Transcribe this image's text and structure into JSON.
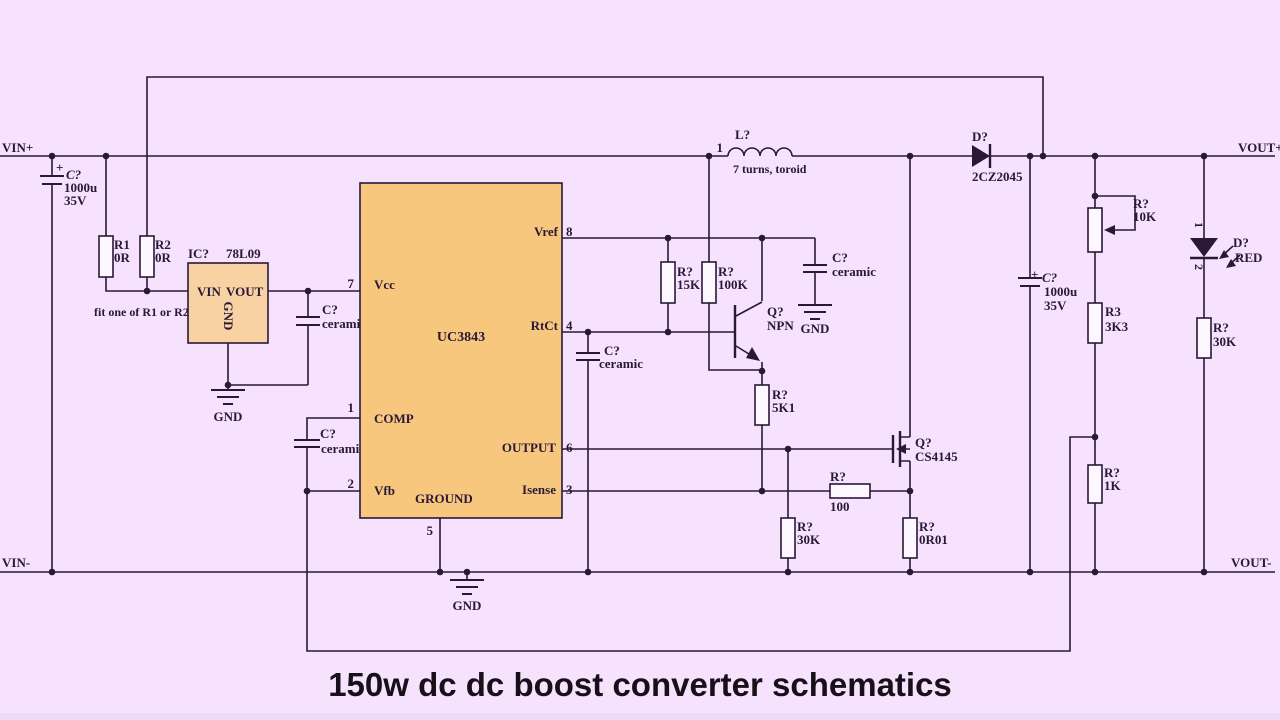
{
  "title": "150w dc dc boost converter schematics",
  "ports": {
    "vin_plus": "VIN+",
    "vin_minus": "VIN-",
    "vout_plus": "VOUT+",
    "vout_minus": "VOUT-"
  },
  "note_fit": "fit one of R1 or R2",
  "gnd": "GND",
  "reg": {
    "ref": "IC?",
    "part": "78L09",
    "vin": "VIN",
    "vout": "VOUT",
    "gnd": "GND"
  },
  "uc": {
    "part": "UC3843",
    "vcc": "Vcc",
    "n7": "7",
    "comp": "COMP",
    "n1": "1",
    "vfb": "Vfb",
    "n2": "2",
    "ground": "GROUND",
    "n5": "5",
    "vref": "Vref",
    "n8": "8",
    "rtct": "RtCt",
    "n4": "4",
    "output": "OUTPUT",
    "n6": "6",
    "isense": "Isense",
    "n3": "3"
  },
  "cin": {
    "plus": "+",
    "ref": "C?",
    "val": "1000u",
    "volt": "35V"
  },
  "cout": {
    "plus": "+",
    "ref": "C?",
    "val": "1000u",
    "volt": "35V"
  },
  "cvcc": {
    "ref": "C?",
    "type": "ceramic"
  },
  "ccomp": {
    "ref": "C?",
    "type": "ceramic"
  },
  "crtct": {
    "ref": "C?",
    "type": "ceramic"
  },
  "cvref": {
    "ref": "C?",
    "type": "ceramic"
  },
  "r1": {
    "ref": "R1",
    "val": "0R"
  },
  "r2": {
    "ref": "R2",
    "val": "0R"
  },
  "r15k": {
    "ref": "R?",
    "val": "15K"
  },
  "r100k": {
    "ref": "R?",
    "val": "100K"
  },
  "r5k1": {
    "ref": "R?",
    "val": "5K1"
  },
  "r100": {
    "ref": "R?",
    "val": "100"
  },
  "r30kg": {
    "ref": "R?",
    "val": "30K"
  },
  "r0r01": {
    "ref": "R?",
    "val": "0R01"
  },
  "pot": {
    "ref": "R?",
    "val": "10K"
  },
  "r3": {
    "ref": "R3",
    "val": "3K3"
  },
  "r1k": {
    "ref": "R?",
    "val": "1K"
  },
  "r30kl": {
    "ref": "R?",
    "val": "30K"
  },
  "npn": {
    "ref": "Q?",
    "type": "NPN"
  },
  "fet": {
    "ref": "Q?",
    "part": "CS4145"
  },
  "d1": {
    "ref": "D?",
    "part": "2CZ2045"
  },
  "led": {
    "ref": "D?",
    "color": "RED",
    "p1": "1",
    "p2": "2"
  },
  "l1": {
    "ref": "L?",
    "pin": "1",
    "note": "7 turns, toroid"
  },
  "colors": {
    "background": "#f6e2fc",
    "wire": "#2a1838",
    "ic_fill": "#f8c77e",
    "reg_fill": "#f8d2a2",
    "title": "#171019"
  }
}
